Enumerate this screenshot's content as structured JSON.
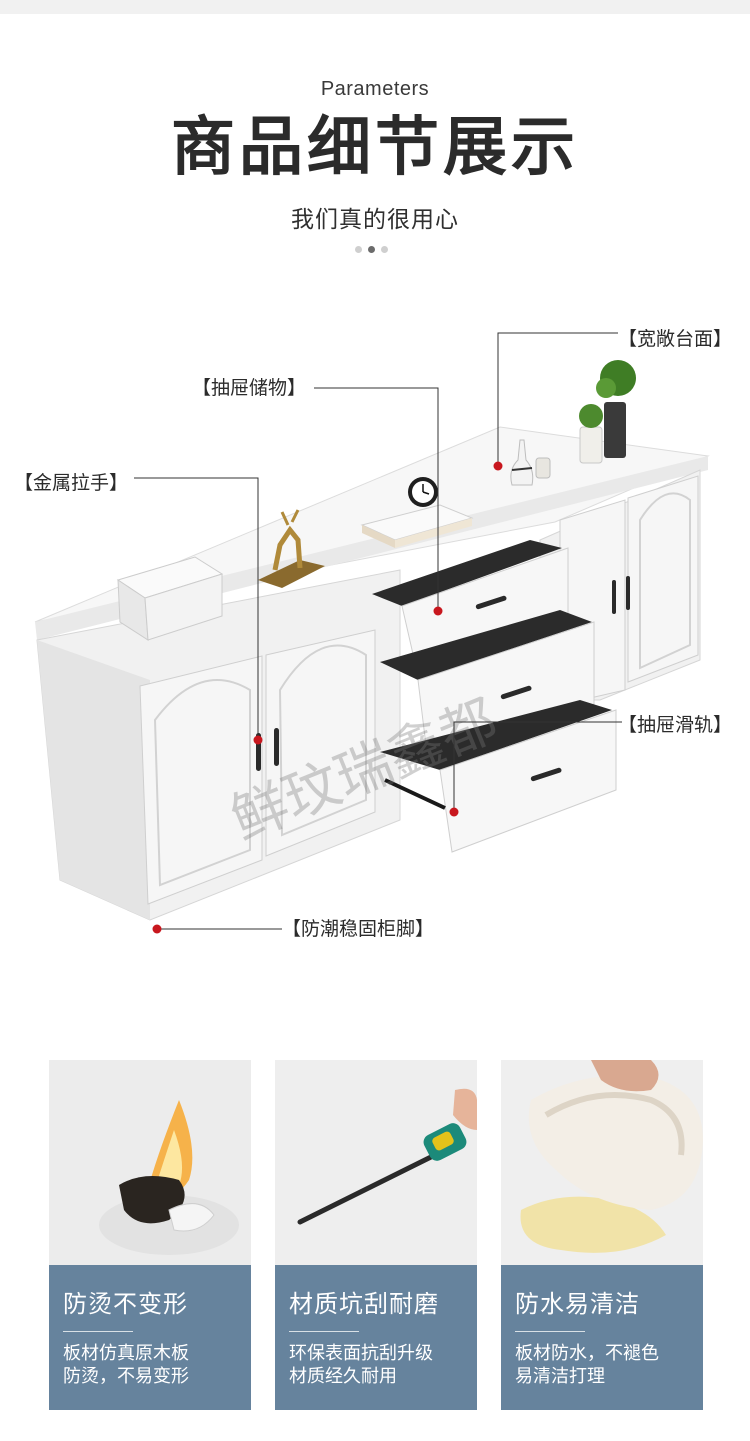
{
  "header": {
    "subtitle_en": "Parameters",
    "title": "商品细节展示",
    "tagline": "我们真的很用心"
  },
  "callouts": {
    "countertop": "【宽敞台面】",
    "drawer_storage": "【抽屉储物】",
    "metal_handle": "【金属拉手】",
    "drawer_rail": "【抽屉滑轨】",
    "foot": "【防潮稳固柜脚】"
  },
  "watermark": "鲜玟瑞鑫都",
  "features": [
    {
      "title": "防烫不变形",
      "desc_line1": "板材仿真原木板",
      "desc_line2": "防烫，不易变形"
    },
    {
      "title": "材质坑刮耐磨",
      "desc_line1": "环保表面抗刮升级",
      "desc_line2": "材质经久耐用"
    },
    {
      "title": "防水易清洁",
      "desc_line1": "板材防水，不褪色",
      "desc_line2": "易清洁打理"
    }
  ],
  "colors": {
    "feature_band": "#66839d",
    "callout_dot": "#c8171e",
    "cabinet": "#f4f4f4"
  }
}
